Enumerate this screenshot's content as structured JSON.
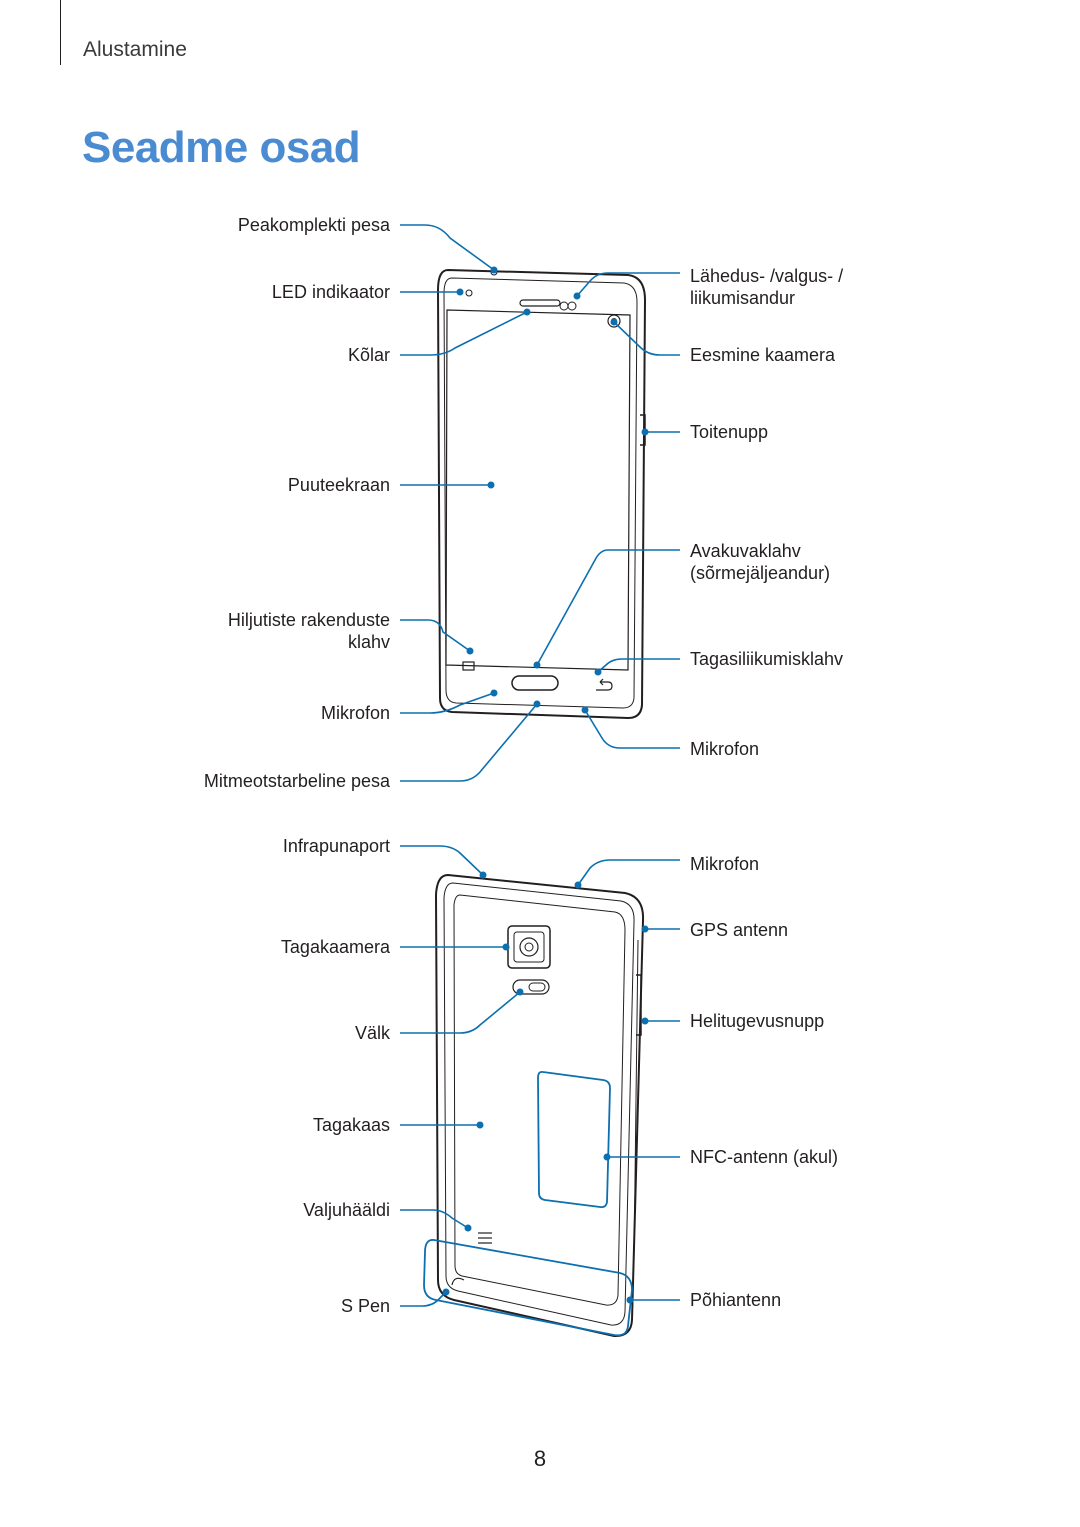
{
  "header": {
    "section": "Alustamine"
  },
  "title": "Seadme osad",
  "front": {
    "left_labels": [
      "Peakomplekti pesa",
      "LED indikaator",
      "Kõlar",
      "Puuteekraan",
      "Hiljutiste rakenduste klahv",
      "Mikrofon",
      "Mitmeotstarbeline pesa"
    ],
    "right_labels": [
      "Lähedus- /valgus- / liikumisandur",
      "Eesmine kaamera",
      "Toitenupp",
      "Avakuvaklahv (sõrmejäljeandur)",
      "Tagasiliikumisklahv",
      "Mikrofon"
    ]
  },
  "back": {
    "left_labels": [
      "Infrapunaport",
      "Tagakaamera",
      "Välk",
      "Tagakaas",
      "Valjuhääldi",
      "S Pen"
    ],
    "right_labels": [
      "Mikrofon",
      "GPS antenn",
      "Helitugevusnupp",
      "NFC-antenn (akul)",
      "Põhiantenn"
    ]
  },
  "colors": {
    "title": "#4a8bd1",
    "callout": "#0b6fb0",
    "outline": "#231f20"
  },
  "page_number": "8"
}
